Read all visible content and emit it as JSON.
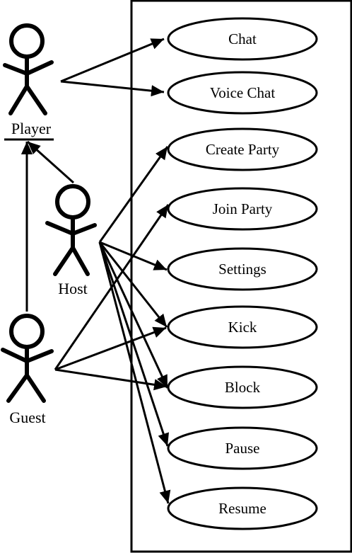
{
  "diagram": {
    "type": "use-case",
    "actors": {
      "player": "Player",
      "host": "Host",
      "guest": "Guest"
    },
    "use_cases": {
      "chat": "Chat",
      "voice_chat": "Voice Chat",
      "create_party": "Create Party",
      "join_party": "Join Party",
      "settings": "Settings",
      "kick": "Kick",
      "block": "Block",
      "pause": "Pause",
      "resume": "Resume"
    },
    "associations": [
      {
        "from": "Player",
        "to": "Chat"
      },
      {
        "from": "Player",
        "to": "Voice Chat"
      },
      {
        "from": "Host",
        "to": "Create Party"
      },
      {
        "from": "Host",
        "to": "Settings"
      },
      {
        "from": "Host",
        "to": "Kick"
      },
      {
        "from": "Host",
        "to": "Block"
      },
      {
        "from": "Host",
        "to": "Pause"
      },
      {
        "from": "Host",
        "to": "Resume"
      },
      {
        "from": "Guest",
        "to": "Join Party"
      },
      {
        "from": "Guest",
        "to": "Kick"
      },
      {
        "from": "Guest",
        "to": "Block"
      }
    ],
    "generalizations": [
      {
        "child": "Host",
        "parent": "Player"
      },
      {
        "child": "Guest",
        "parent": "Player"
      }
    ]
  }
}
